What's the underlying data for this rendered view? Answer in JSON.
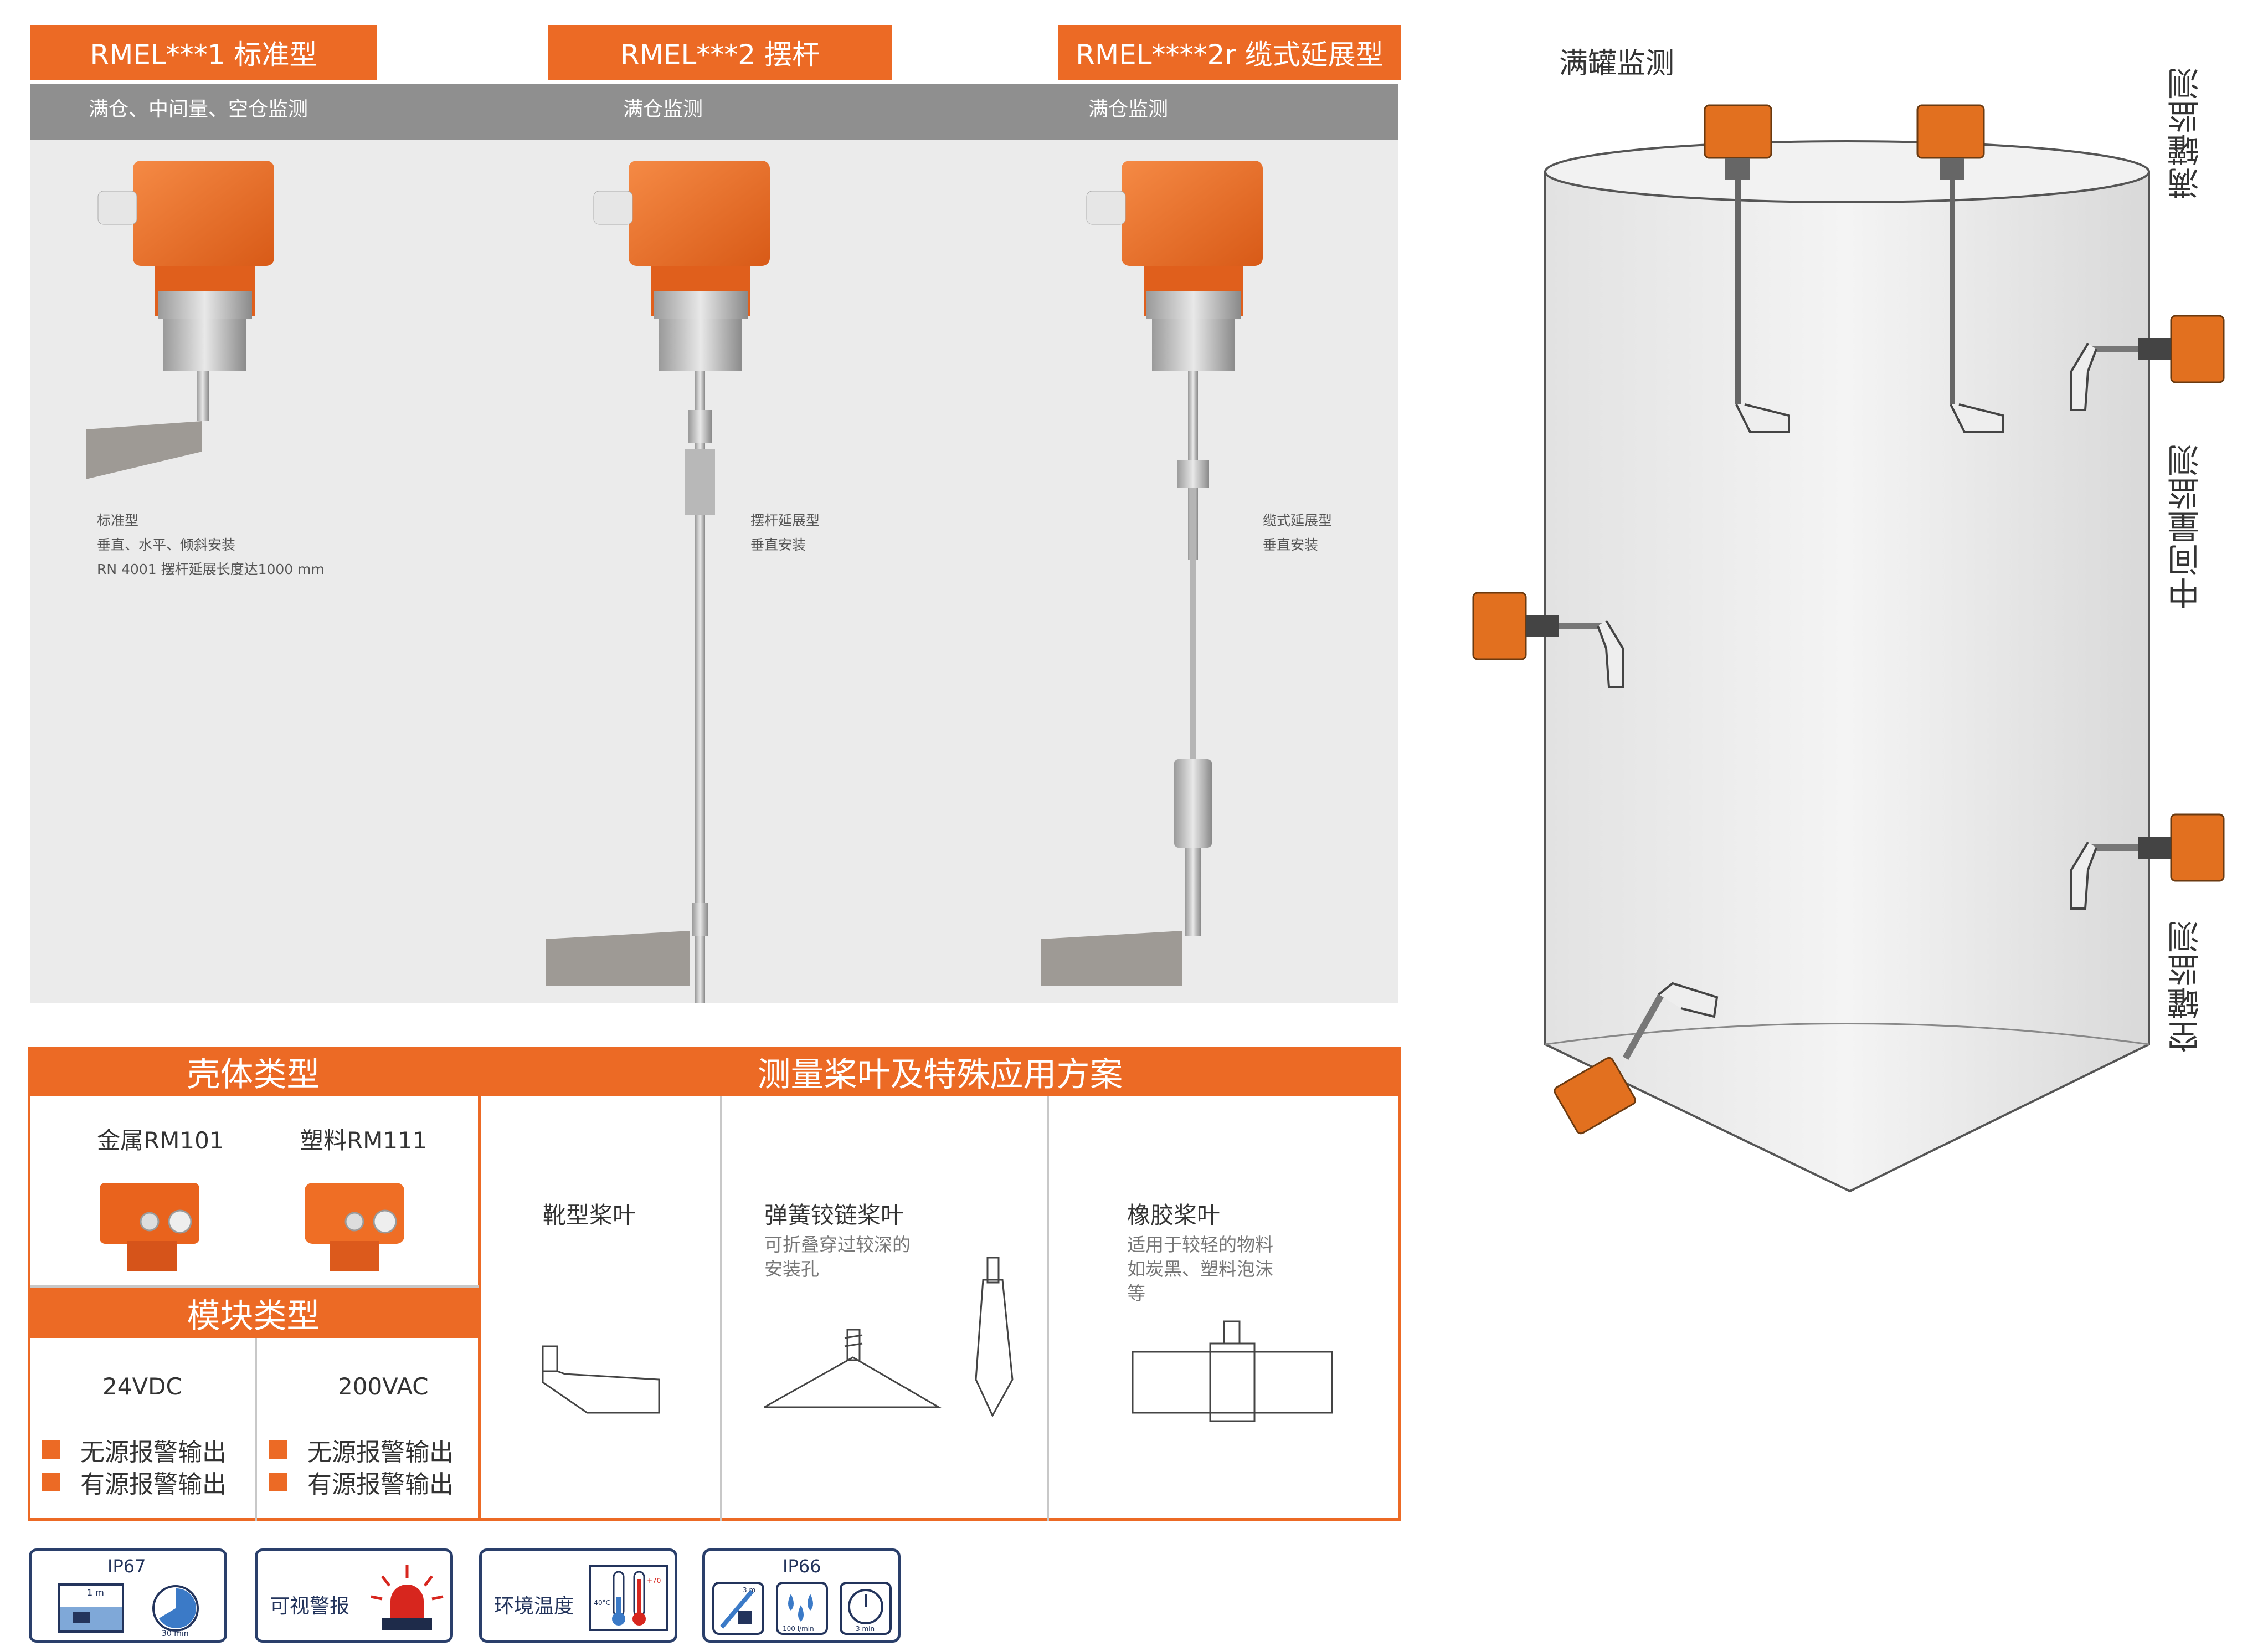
{
  "products": [
    {
      "tag": "RMEL***1 标准型",
      "subtitle": "满仓、中间量、空仓监测",
      "desc": [
        "标准型",
        "垂直、水平、倾斜安装",
        "RN 4001 摆杆延展长度达1000 mm"
      ]
    },
    {
      "tag": "RMEL***2 摆杆",
      "subtitle": "满仓监测",
      "desc": [
        "摆杆延展型",
        "垂直安装"
      ]
    },
    {
      "tag": "RMEL****2r 缆式延展型",
      "subtitle": "满仓监测",
      "desc": [
        "缆式延展型",
        "垂直安装"
      ]
    }
  ],
  "housing": {
    "title": "壳体类型",
    "metal": "金属RM101",
    "plastic": "塑料RM111"
  },
  "module": {
    "title": "模块类型",
    "col1": {
      "voltage": "24VDC",
      "items": [
        "无源报警输出",
        "有源报警输出"
      ]
    },
    "col2": {
      "voltage": "200VAC",
      "items": [
        "无源报警输出",
        "有源报警输出"
      ]
    }
  },
  "paddles": {
    "title": "测量桨叶及特殊应用方案",
    "boot": {
      "name": "靴型桨叶"
    },
    "spring": {
      "name": "弹簧铰链桨叶",
      "desc": [
        "可折叠穿过较深的",
        "安装孔"
      ]
    },
    "rubber": {
      "name": "橡胶桨叶",
      "desc": [
        "适用于较轻的物料",
        "如炭黑、塑料泡沫",
        "等"
      ]
    }
  },
  "badges": {
    "ip67": "IP67",
    "ip67_depth": "1 m",
    "ip67_time": "30 min",
    "alarm": "可视警报",
    "temp": "环境温度",
    "temp_low": "-40°C",
    "temp_high": "+70",
    "ip66": "IP66",
    "ip66_a": "3 m",
    "ip66_b": "100 l/min",
    "ip66_c": "3 min"
  },
  "tank": {
    "top_label": "满罐监测",
    "right_full": "满罐监测",
    "right_mid": "中间量监测",
    "right_empty": "空罐监测"
  },
  "colors": {
    "accent": "#ec6a25",
    "grey_bar": "#8f8f8f",
    "panel": "#ebebeb",
    "navy": "#2a3f6b"
  }
}
